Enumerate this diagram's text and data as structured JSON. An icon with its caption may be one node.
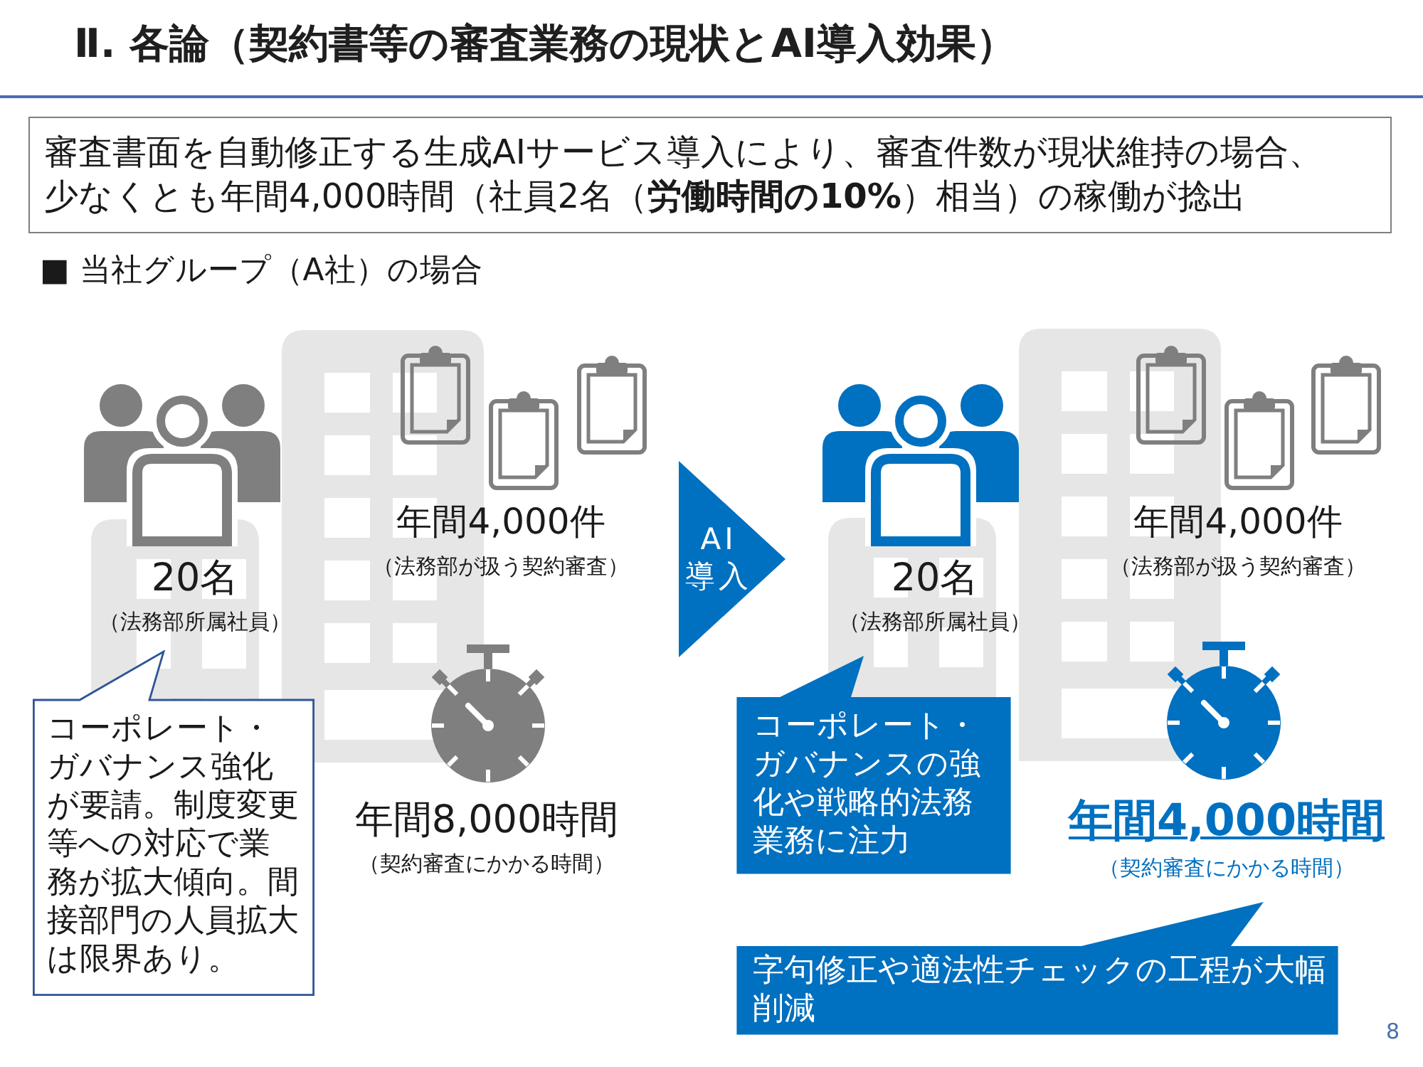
{
  "diagram": {
    "title": "Ⅱ. 各論（契約書等の審査業務の現状とAI導入効果）",
    "nodes": [
      {
        "text": [
          "審査書面を自動修正する生成AIサービス導入により、審査件数が現状維持の場合、少なくとも年間4,000時間（社員2名（**労働時間の10%**）相当）の稼働が捻出"
        ]
      },
      {
        "text": [
          "コーポレート・ガバナンス強化が要請。制度変更等への対応で業務が拡大傾向。間接部門の人員拡大は限界あり。"
        ]
      },
      {
        "text": [
          "AI導入"
        ]
      },
      {
        "text": [
          "コーポレート・ガバナンスの強化や戦略的法務業務に注力"
        ]
      },
      {
        "text": [
          "字句修正や適法性チェックの工程が大幅削減"
        ]
      }
    ],
    "labels": [
      "■ 当社グループ（A社）の場合",
      "20名",
      "（法務部所属社員）",
      "年間4,000件",
      "（法務部が扱う契約審査）",
      "年間8,000時間",
      "（契約審査にかかる時間）",
      "20名",
      "（法務部所属社員）",
      "年間4,000件",
      "（法務部が扱う契約審査）",
      "年間4,000時間",
      "（契約審査にかかる時間）",
      "8"
    ]
  }
}
